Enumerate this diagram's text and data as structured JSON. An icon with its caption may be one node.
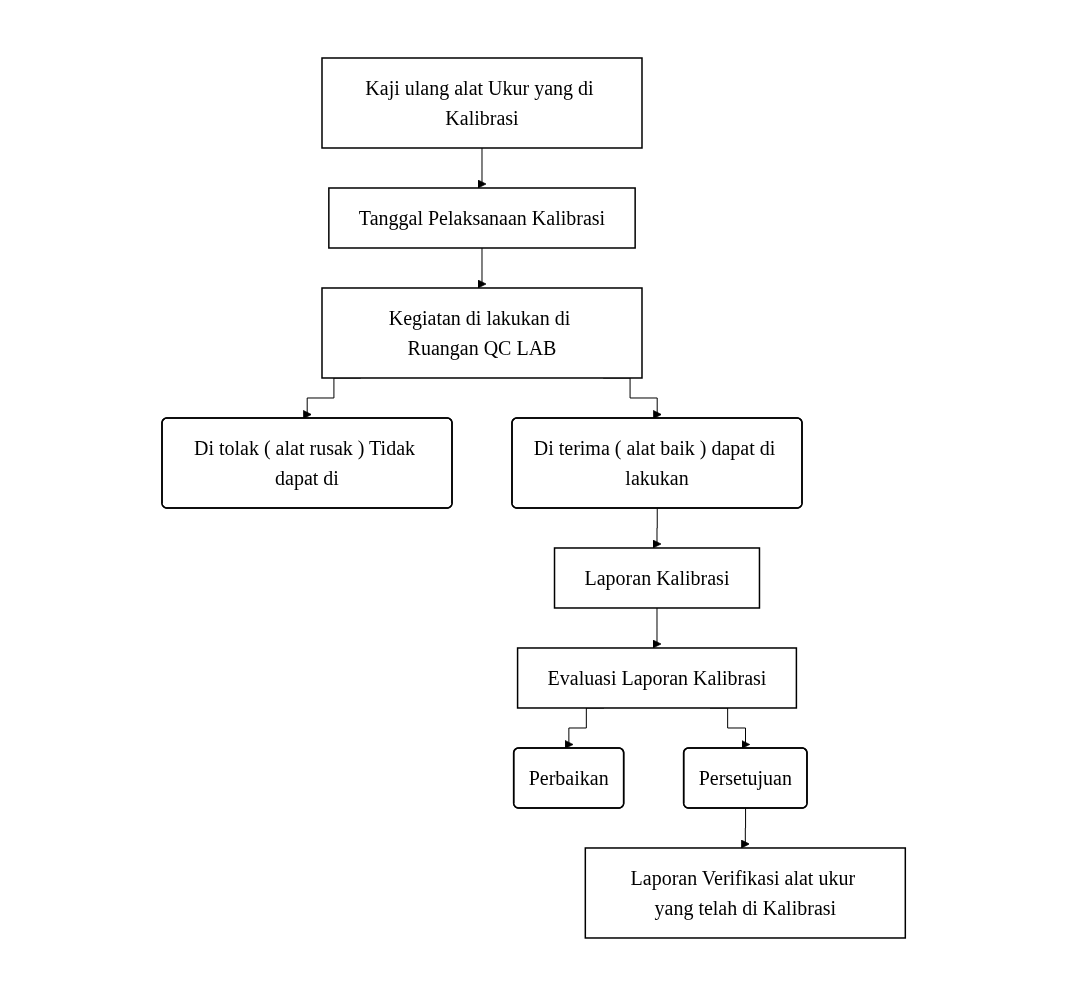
{
  "diagram": {
    "nodes": [
      {
        "text": [
          "Kaji ulang alat Ukur yang di Kalibrasi"
        ]
      },
      {
        "text": [
          "Tanggal Pelaksanaan Kalibrasi"
        ]
      },
      {
        "text": [
          "Kegiatan di lakukan di Ruangan QC LAB"
        ]
      },
      {
        "text": [
          "Di tolak ( alat rusak ) Tidak dapat di"
        ]
      },
      {
        "text": [
          "Di terima ( alat baik ) dapat di lakukan"
        ]
      },
      {
        "text": [
          "Laporan Kalibrasi"
        ]
      },
      {
        "text": [
          "Evaluasi Laporan Kalibrasi"
        ]
      },
      {
        "text": [
          "Perbaikan"
        ]
      },
      {
        "text": [
          "Persetujuan"
        ]
      },
      {
        "text": [
          "Laporan Verifikasi alat ukur yang telah di Kalibrasi"
        ]
      }
    ],
    "edges": [
      {
        "from": 0,
        "to": 1,
        "arrow": "to"
      },
      {
        "from": 1,
        "to": 2,
        "arrow": "to"
      },
      {
        "from": 2,
        "to": 3,
        "arrow": "to"
      },
      {
        "from": 2,
        "to": 4,
        "arrow": "to"
      },
      {
        "from": 4,
        "to": 5,
        "arrow": "to"
      },
      {
        "from": 5,
        "to": 6,
        "arrow": "to"
      },
      {
        "from": 6,
        "to": 7,
        "arrow": "to"
      },
      {
        "from": 6,
        "to": 8,
        "arrow": "to"
      },
      {
        "from": 8,
        "to": 9,
        "arrow": "to"
      }
    ]
  }
}
